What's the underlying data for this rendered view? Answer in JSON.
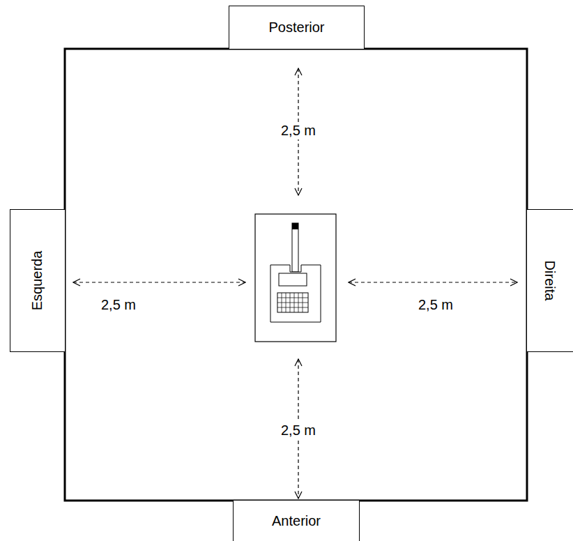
{
  "diagram": {
    "nodes": [
      {
        "text": [
          "Posterior"
        ]
      },
      {
        "text": [
          "Esquerda"
        ]
      },
      {
        "text": [
          "Direita"
        ]
      },
      {
        "text": [
          "Anterior"
        ]
      }
    ],
    "labels": [
      "2,5 m",
      "2,5 m",
      "2,5 m",
      "2,5 m"
    ]
  }
}
